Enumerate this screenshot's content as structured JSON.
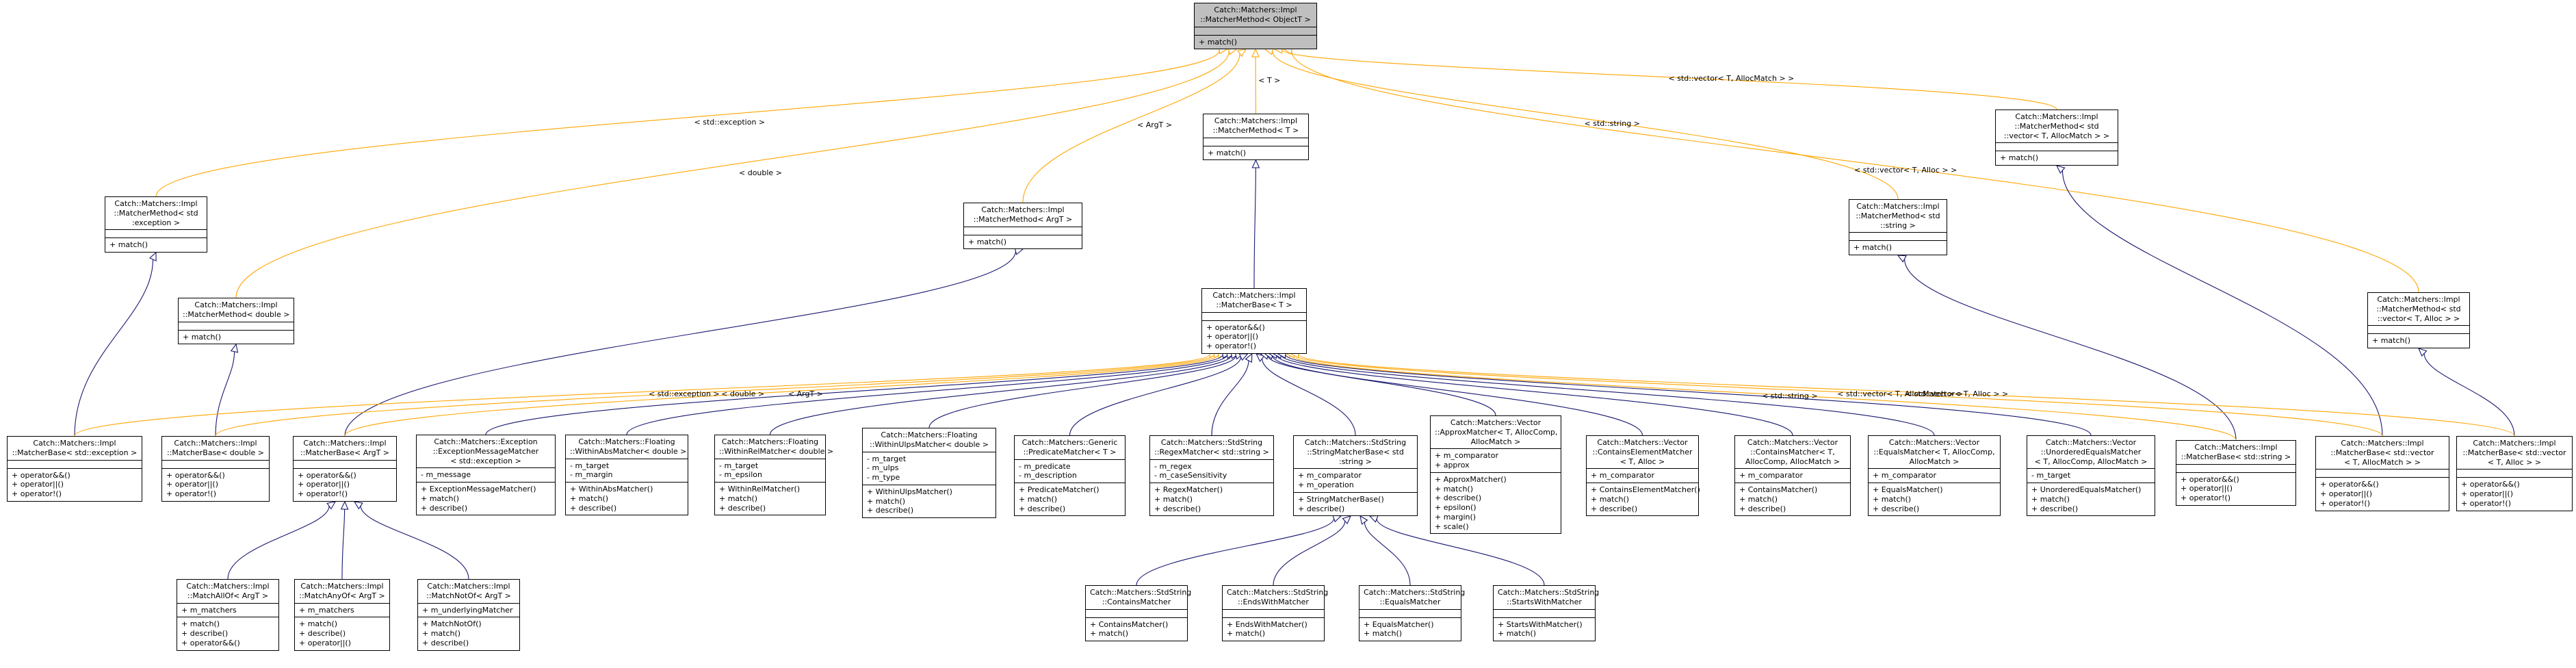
{
  "colors": {
    "inherit": "#191970",
    "template": "#ffa500",
    "highlight": "#bfbfbf"
  },
  "nodes": [
    {
      "id": "root",
      "highlight": true,
      "title": [
        "Catch::Matchers::Impl",
        "::MatcherMethod< ObjectT >"
      ],
      "attrs": [],
      "methods": [
        "+ match()"
      ]
    },
    {
      "id": "mm_T",
      "title": [
        "Catch::Matchers::Impl",
        "::MatcherMethod< T >"
      ],
      "attrs": [],
      "methods": [
        "+ match()"
      ]
    },
    {
      "id": "mm_vec",
      "title": [
        "Catch::Matchers::Impl",
        "::MatcherMethod< std",
        "::vector< T, AllocMatch > >"
      ],
      "attrs": [],
      "methods": [
        "+ match()"
      ]
    },
    {
      "id": "mm_exc",
      "title": [
        "Catch::Matchers::Impl",
        "::MatcherMethod< std",
        ":exception >"
      ],
      "attrs": [],
      "methods": [
        "+ match()"
      ]
    },
    {
      "id": "mm_argt",
      "title": [
        "Catch::Matchers::Impl",
        "::MatcherMethod< ArgT >"
      ],
      "attrs": [],
      "methods": [
        "+ match()"
      ]
    },
    {
      "id": "mm_str",
      "title": [
        "Catch::Matchers::Impl",
        "::MatcherMethod< std",
        "::string >"
      ],
      "attrs": [],
      "methods": [
        "+ match()"
      ]
    },
    {
      "id": "mm_double",
      "title": [
        "Catch::Matchers::Impl",
        "::MatcherMethod< double >"
      ],
      "attrs": [],
      "methods": [
        "+ match()"
      ]
    },
    {
      "id": "mm_vecalloc",
      "title": [
        "Catch::Matchers::Impl",
        "::MatcherMethod< std",
        "::vector< T, Alloc > >"
      ],
      "attrs": [],
      "methods": [
        "+ match()"
      ]
    },
    {
      "id": "mb_T",
      "title": [
        "Catch::Matchers::Impl",
        "::MatcherBase< T >"
      ],
      "attrs": [],
      "methods": [
        "+ operator&&()",
        "+ operator||()",
        "+ operator!()"
      ]
    },
    {
      "id": "mb_exc",
      "title": [
        "Catch::Matchers::Impl",
        "::MatcherBase< std::exception >"
      ],
      "attrs": [],
      "methods": [
        "+ operator&&()",
        "+ operator||()",
        "+ operator!()"
      ]
    },
    {
      "id": "mb_double",
      "title": [
        "Catch::Matchers::Impl",
        "::MatcherBase< double >"
      ],
      "attrs": [],
      "methods": [
        "+ operator&&()",
        "+ operator||()",
        "+ operator!()"
      ]
    },
    {
      "id": "mb_argt",
      "title": [
        "Catch::Matchers::Impl",
        "::MatcherBase< ArgT >"
      ],
      "attrs": [],
      "methods": [
        "+ operator&&()",
        "+ operator||()",
        "+ operator!()"
      ]
    },
    {
      "id": "exc_msg",
      "title": [
        "Catch::Matchers::Exception",
        "::ExceptionMessageMatcher",
        "< std::exception >"
      ],
      "attrs": [
        "- m_message"
      ],
      "methods": [
        "+ ExceptionMessageMatcher()",
        "+ match()",
        "+ describe()"
      ]
    },
    {
      "id": "within_abs",
      "title": [
        "Catch::Matchers::Floating",
        "::WithinAbsMatcher< double >"
      ],
      "attrs": [
        "- m_target",
        "- m_margin"
      ],
      "methods": [
        "+ WithinAbsMatcher()",
        "+ match()",
        "+ describe()"
      ]
    },
    {
      "id": "within_rel",
      "title": [
        "Catch::Matchers::Floating",
        "::WithinRelMatcher< double >"
      ],
      "attrs": [
        "- m_target",
        "- m_epsilon"
      ],
      "methods": [
        "+ WithinRelMatcher()",
        "+ match()",
        "+ describe()"
      ]
    },
    {
      "id": "within_ulps",
      "title": [
        "Catch::Matchers::Floating",
        "::WithinUlpsMatcher< double >"
      ],
      "attrs": [
        "- m_target",
        "- m_ulps",
        "- m_type"
      ],
      "methods": [
        "+ WithinUlpsMatcher()",
        "+ match()",
        "+ describe()"
      ]
    },
    {
      "id": "predicate",
      "title": [
        "Catch::Matchers::Generic",
        "::PredicateMatcher< T >"
      ],
      "attrs": [
        "- m_predicate",
        "- m_description"
      ],
      "methods": [
        "+ PredicateMatcher()",
        "+ match()",
        "+ describe()"
      ]
    },
    {
      "id": "regex",
      "title": [
        "Catch::Matchers::StdString",
        "::RegexMatcher< std::string >"
      ],
      "attrs": [
        "- m_regex",
        "- m_caseSensitivity"
      ],
      "methods": [
        "+ RegexMatcher()",
        "+ match()",
        "+ describe()"
      ]
    },
    {
      "id": "strbase",
      "title": [
        "Catch::Matchers::StdString",
        "::StringMatcherBase< std",
        ":string >"
      ],
      "attrs": [
        "+ m_comparator",
        "+ m_operation"
      ],
      "methods": [
        "+ StringMatcherBase()",
        "+ describe()"
      ]
    },
    {
      "id": "approx",
      "title": [
        "Catch::Matchers::Vector",
        "::ApproxMatcher< T, AllocComp,",
        "AllocMatch >"
      ],
      "attrs": [
        "+ m_comparator",
        "+ approx"
      ],
      "methods": [
        "+ ApproxMatcher()",
        "+ match()",
        "+ describe()",
        "+ epsilon()",
        "+ margin()",
        "+ scale()"
      ]
    },
    {
      "id": "contains_el",
      "title": [
        "Catch::Matchers::Vector",
        "::ContainsElementMatcher",
        "< T, Alloc >"
      ],
      "attrs": [
        "+ m_comparator"
      ],
      "methods": [
        "+ ContainsElementMatcher()",
        "+ match()",
        "+ describe()"
      ]
    },
    {
      "id": "contains_vec",
      "title": [
        "Catch::Matchers::Vector",
        "::ContainsMatcher< T,",
        "AllocComp, AllocMatch >"
      ],
      "attrs": [
        "+ m_comparator"
      ],
      "methods": [
        "+ ContainsMatcher()",
        "+ match()",
        "+ describe()"
      ]
    },
    {
      "id": "equals_vec",
      "title": [
        "Catch::Matchers::Vector",
        "::EqualsMatcher< T, AllocComp,",
        "AllocMatch >"
      ],
      "attrs": [
        "+ m_comparator"
      ],
      "methods": [
        "+ EqualsMatcher()",
        "+ match()",
        "+ describe()"
      ]
    },
    {
      "id": "unordered",
      "title": [
        "Catch::Matchers::Vector",
        "::UnorderedEqualsMatcher",
        "< T, AllocComp, AllocMatch >"
      ],
      "attrs": [
        "- m_target"
      ],
      "methods": [
        "+ UnorderedEqualsMatcher()",
        "+ match()",
        "+ describe()"
      ]
    },
    {
      "id": "mb_str",
      "title": [
        "Catch::Matchers::Impl",
        "::MatcherBase< std::string >"
      ],
      "attrs": [],
      "methods": [
        "+ operator&&()",
        "+ operator||()",
        "+ operator!()"
      ]
    },
    {
      "id": "mb_vec",
      "title": [
        "Catch::Matchers::Impl",
        "::MatcherBase< std::vector",
        "< T, AllocMatch > >"
      ],
      "attrs": [],
      "methods": [
        "+ operator&&()",
        "+ operator||()",
        "+ operator!()"
      ]
    },
    {
      "id": "mb_vecalloc",
      "title": [
        "Catch::Matchers::Impl",
        "::MatcherBase< std::vector",
        "< T, Alloc > >"
      ],
      "attrs": [],
      "methods": [
        "+ operator&&()",
        "+ operator||()",
        "+ operator!()"
      ]
    },
    {
      "id": "allof",
      "title": [
        "Catch::Matchers::Impl",
        "::MatchAllOf< ArgT >"
      ],
      "attrs": [
        "+ m_matchers"
      ],
      "methods": [
        "+ match()",
        "+ describe()",
        "+ operator&&()"
      ]
    },
    {
      "id": "anyof",
      "title": [
        "Catch::Matchers::Impl",
        "::MatchAnyOf< ArgT >"
      ],
      "attrs": [
        "+ m_matchers"
      ],
      "methods": [
        "+ match()",
        "+ describe()",
        "+ operator||()"
      ]
    },
    {
      "id": "notof",
      "title": [
        "Catch::Matchers::Impl",
        "::MatchNotOf< ArgT >"
      ],
      "attrs": [
        "+ m_underlyingMatcher"
      ],
      "methods": [
        "+ MatchNotOf()",
        "+ match()",
        "+ describe()"
      ]
    },
    {
      "id": "contains_str",
      "title": [
        "Catch::Matchers::StdString",
        "::ContainsMatcher"
      ],
      "attrs": [],
      "methods": [
        "+ ContainsMatcher()",
        "+ match()"
      ]
    },
    {
      "id": "endswith",
      "title": [
        "Catch::Matchers::StdString",
        "::EndsWithMatcher"
      ],
      "attrs": [],
      "methods": [
        "+ EndsWithMatcher()",
        "+ match()"
      ]
    },
    {
      "id": "equals_str",
      "title": [
        "Catch::Matchers::StdString",
        "::EqualsMatcher"
      ],
      "attrs": [],
      "methods": [
        "+ EqualsMatcher()",
        "+ match()"
      ]
    },
    {
      "id": "startswith",
      "title": [
        "Catch::Matchers::StdString",
        "::StartsWithMatcher"
      ],
      "attrs": [],
      "methods": [
        "+ StartsWithMatcher()",
        "+ match()"
      ]
    }
  ],
  "edges": [
    {
      "from": "mm_T",
      "to": "root",
      "kind": "template",
      "label": "< T >"
    },
    {
      "from": "mm_argt",
      "to": "root",
      "kind": "template",
      "label": "< ArgT >"
    },
    {
      "from": "mm_exc",
      "to": "root",
      "kind": "template",
      "label": "< std::exception >"
    },
    {
      "from": "mm_double",
      "to": "root",
      "kind": "template",
      "label": "< double >"
    },
    {
      "from": "mm_str",
      "to": "root",
      "kind": "template",
      "label": "< std::string >"
    },
    {
      "from": "mm_vec",
      "to": "root",
      "kind": "template",
      "label": "< std::vector< T, AllocMatch > >"
    },
    {
      "from": "mm_vecalloc",
      "to": "root",
      "kind": "template",
      "label": "< std::vector< T, Alloc > >"
    },
    {
      "from": "mb_T",
      "to": "mm_T",
      "kind": "inherit",
      "label": ""
    },
    {
      "from": "mb_exc",
      "to": "mm_exc",
      "kind": "inherit",
      "label": ""
    },
    {
      "from": "mb_double",
      "to": "mm_double",
      "kind": "inherit",
      "label": ""
    },
    {
      "from": "mb_argt",
      "to": "mm_argt",
      "kind": "inherit",
      "label": ""
    },
    {
      "from": "mb_str",
      "to": "mm_str",
      "kind": "inherit",
      "label": ""
    },
    {
      "from": "mb_vec",
      "to": "mm_vec",
      "kind": "inherit",
      "label": ""
    },
    {
      "from": "mb_vecalloc",
      "to": "mm_vecalloc",
      "kind": "inherit",
      "label": ""
    },
    {
      "from": "mb_exc",
      "to": "mb_T",
      "kind": "template",
      "label": "< std::exception >"
    },
    {
      "from": "mb_double",
      "to": "mb_T",
      "kind": "template",
      "label": "< double >"
    },
    {
      "from": "mb_argt",
      "to": "mb_T",
      "kind": "template",
      "label": "< ArgT >"
    },
    {
      "from": "mb_str",
      "to": "mb_T",
      "kind": "template",
      "label": "< std::string >"
    },
    {
      "from": "mb_vec",
      "to": "mb_T",
      "kind": "template",
      "label": "< std::vector< T, AllocMatch > >"
    },
    {
      "from": "mb_vecalloc",
      "to": "mb_T",
      "kind": "template",
      "label": "< std::vector< T, Alloc > >"
    },
    {
      "from": "exc_msg",
      "to": "mb_T",
      "kind": "inherit",
      "label": ""
    },
    {
      "from": "within_abs",
      "to": "mb_T",
      "kind": "inherit",
      "label": ""
    },
    {
      "from": "within_rel",
      "to": "mb_T",
      "kind": "inherit",
      "label": ""
    },
    {
      "from": "within_ulps",
      "to": "mb_T",
      "kind": "inherit",
      "label": ""
    },
    {
      "from": "predicate",
      "to": "mb_T",
      "kind": "inherit",
      "label": ""
    },
    {
      "from": "regex",
      "to": "mb_T",
      "kind": "inherit",
      "label": ""
    },
    {
      "from": "strbase",
      "to": "mb_T",
      "kind": "inherit",
      "label": ""
    },
    {
      "from": "approx",
      "to": "mb_T",
      "kind": "inherit",
      "label": ""
    },
    {
      "from": "contains_el",
      "to": "mb_T",
      "kind": "inherit",
      "label": ""
    },
    {
      "from": "contains_vec",
      "to": "mb_T",
      "kind": "inherit",
      "label": ""
    },
    {
      "from": "equals_vec",
      "to": "mb_T",
      "kind": "inherit",
      "label": ""
    },
    {
      "from": "unordered",
      "to": "mb_T",
      "kind": "inherit",
      "label": ""
    },
    {
      "from": "allof",
      "to": "mb_argt",
      "kind": "inherit",
      "label": ""
    },
    {
      "from": "anyof",
      "to": "mb_argt",
      "kind": "inherit",
      "label": ""
    },
    {
      "from": "notof",
      "to": "mb_argt",
      "kind": "inherit",
      "label": ""
    },
    {
      "from": "contains_str",
      "to": "strbase",
      "kind": "inherit",
      "label": ""
    },
    {
      "from": "endswith",
      "to": "strbase",
      "kind": "inherit",
      "label": ""
    },
    {
      "from": "equals_str",
      "to": "strbase",
      "kind": "inherit",
      "label": ""
    },
    {
      "from": "startswith",
      "to": "strbase",
      "kind": "inherit",
      "label": ""
    }
  ]
}
